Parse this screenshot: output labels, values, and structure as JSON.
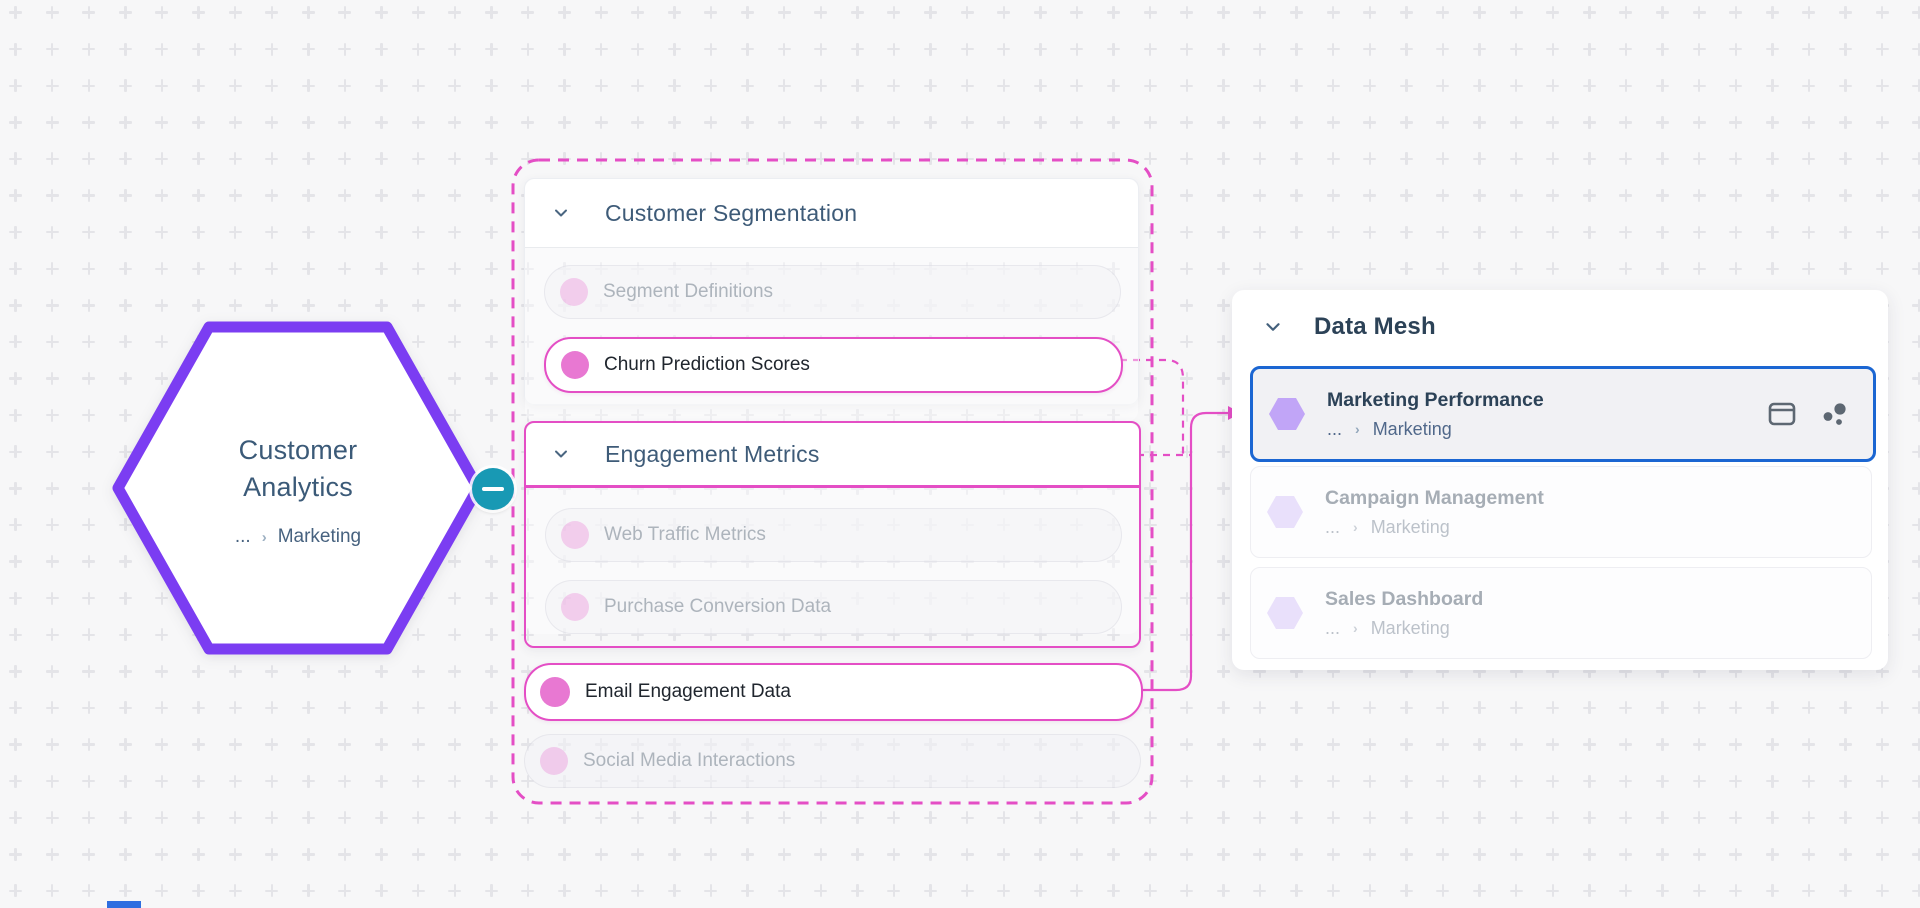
{
  "colors": {
    "canvas_bg": "#f7f7f8",
    "pattern_plus": "#e4e4e8",
    "pink": "#e44ec5",
    "pink_circle": "#e878d2",
    "pink_faded_dot": "#f3b4e4",
    "purple_border": "#7b3df2",
    "purple_hex_icon": "#c1a5f7",
    "purple_hex_icon_faded": "#e9e0fb",
    "teal": "#1899b4",
    "blue_selected": "#1b66d2",
    "icon_gray": "#5d6772",
    "attribution_blue": "#2e6ee0"
  },
  "source_node": {
    "title_line1": "Customer",
    "title_line2": "Analytics",
    "breadcrumb": {
      "ellipsis": "...",
      "separator": "›",
      "item": "Marketing"
    },
    "collapse_icon": "minus-icon"
  },
  "groups": [
    {
      "title": "Customer Segmentation",
      "state": "expanded",
      "items": [
        {
          "label": "Segment Definitions",
          "state": "faded"
        },
        {
          "label": "Churn Prediction Scores",
          "state": "active"
        }
      ]
    },
    {
      "title": "Engagement Metrics",
      "state": "expanded",
      "items": [
        {
          "label": "Web Traffic Metrics",
          "state": "faded"
        },
        {
          "label": "Purchase Conversion Data",
          "state": "faded"
        }
      ]
    }
  ],
  "standalone_items": [
    {
      "label": "Email Engagement Data",
      "state": "active"
    },
    {
      "label": "Social Media Interactions",
      "state": "faded"
    }
  ],
  "data_mesh": {
    "title": "Data Mesh",
    "state": "expanded",
    "cards": [
      {
        "title": "Marketing Performance",
        "breadcrumb": {
          "ellipsis": "...",
          "separator": "›",
          "item": "Marketing"
        },
        "state": "selected",
        "action_icons": [
          "window-icon",
          "cluster-icon"
        ]
      },
      {
        "title": "Campaign Management",
        "breadcrumb": {
          "ellipsis": "...",
          "separator": "›",
          "item": "Marketing"
        },
        "state": "faded"
      },
      {
        "title": "Sales Dashboard",
        "breadcrumb": {
          "ellipsis": "...",
          "separator": "›",
          "item": "Marketing"
        },
        "state": "faded"
      }
    ]
  }
}
